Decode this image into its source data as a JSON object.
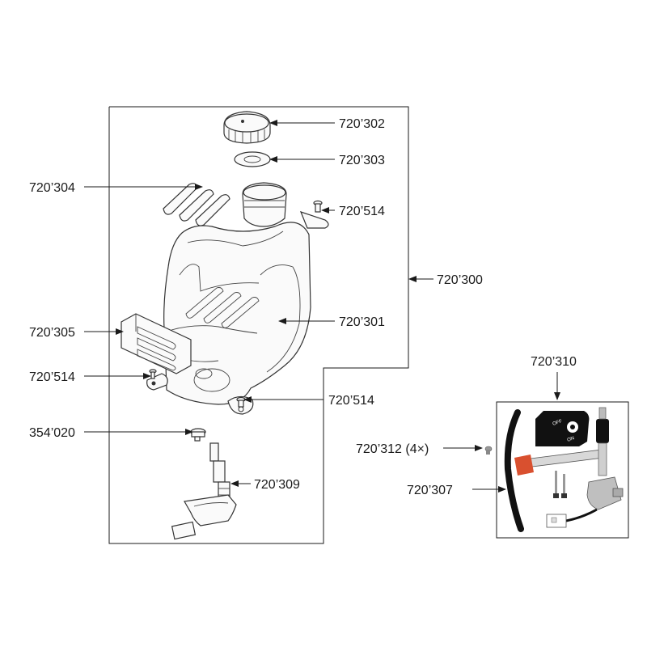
{
  "callouts": {
    "cap": "720’302",
    "cap_seal": "720’303",
    "pads": "720’304",
    "screw_top": "720’514",
    "assembly": "720’300",
    "heat_shield": "720’305",
    "tank": "720’301",
    "screw_left": "720’514",
    "screw_bottom": "720’514",
    "clamp": "354’020",
    "fuel_tap": "720’309",
    "kit": "720’310",
    "kit_screws": "720’312 (4×)",
    "fuel_hose": "720’307"
  },
  "kit_plate": {
    "off": "OFF",
    "on": "ON"
  }
}
